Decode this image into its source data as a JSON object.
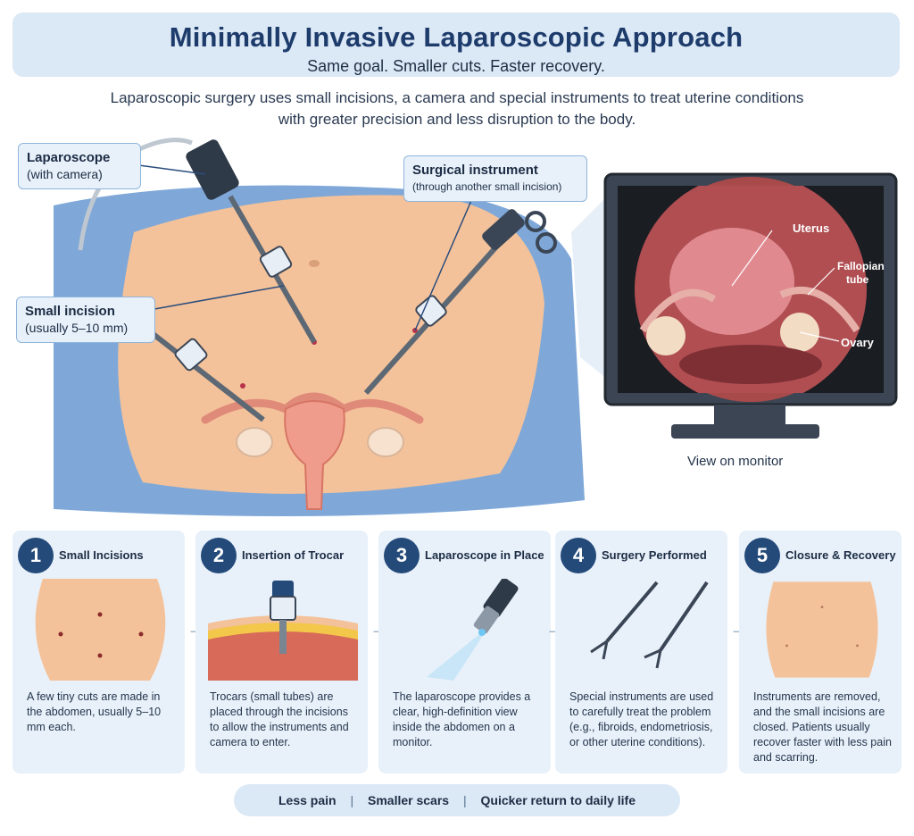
{
  "header": {
    "title": "Minimally Invasive Laparoscopic Approach",
    "subtitle": "Same goal. Smaller cuts. Faster recovery."
  },
  "intro": "Laparoscopic surgery uses small incisions, a camera and special instruments to treat uterine conditions with greater precision and less disruption to the body.",
  "callouts": {
    "laparoscope_title": "Laparoscope",
    "laparoscope_sub": "(with camera)",
    "instrument_title": "Surgical instrument",
    "instrument_sub": "(through another small incision)",
    "incision_title": "Small incision",
    "incision_sub": "(usually 5–10 mm)"
  },
  "monitor": {
    "uterus": "Uterus",
    "fallopian_line1": "Fallopian",
    "fallopian_line2": "tube",
    "ovary": "Ovary",
    "caption": "View on monitor"
  },
  "steps": [
    {
      "number": "1",
      "title": "Small Incisions",
      "text": "A few tiny cuts are made in the abdomen, usually 5–10 mm each."
    },
    {
      "number": "2",
      "title": "Insertion of Trocar",
      "text": "Trocars (small tubes) are placed through the incisions to allow the instruments and camera to enter."
    },
    {
      "number": "3",
      "title": "Laparoscope in Place",
      "text": "The laparoscope provides a clear, high-definition view inside the abdomen on a monitor."
    },
    {
      "number": "4",
      "title": "Surgery Performed",
      "text": "Special instruments are used to carefully treat the problem (e.g., fibroids, endometriosis, or other uterine conditions)."
    },
    {
      "number": "5",
      "title": "Closure & Recovery",
      "text": "Instruments are removed, and the small incisions are closed. Patients usually recover faster with less pain and scarring."
    }
  ],
  "arrow_glyph": "→",
  "footer": {
    "benefit1": "Less pain",
    "benefit2": "Smaller scars",
    "benefit3": "Quicker return to daily life",
    "separator": "|"
  },
  "colors": {
    "accent": "#244a7a",
    "panel": "#e8f1fa",
    "skin": "#f4c29a",
    "drape": "#7fa8d8"
  }
}
